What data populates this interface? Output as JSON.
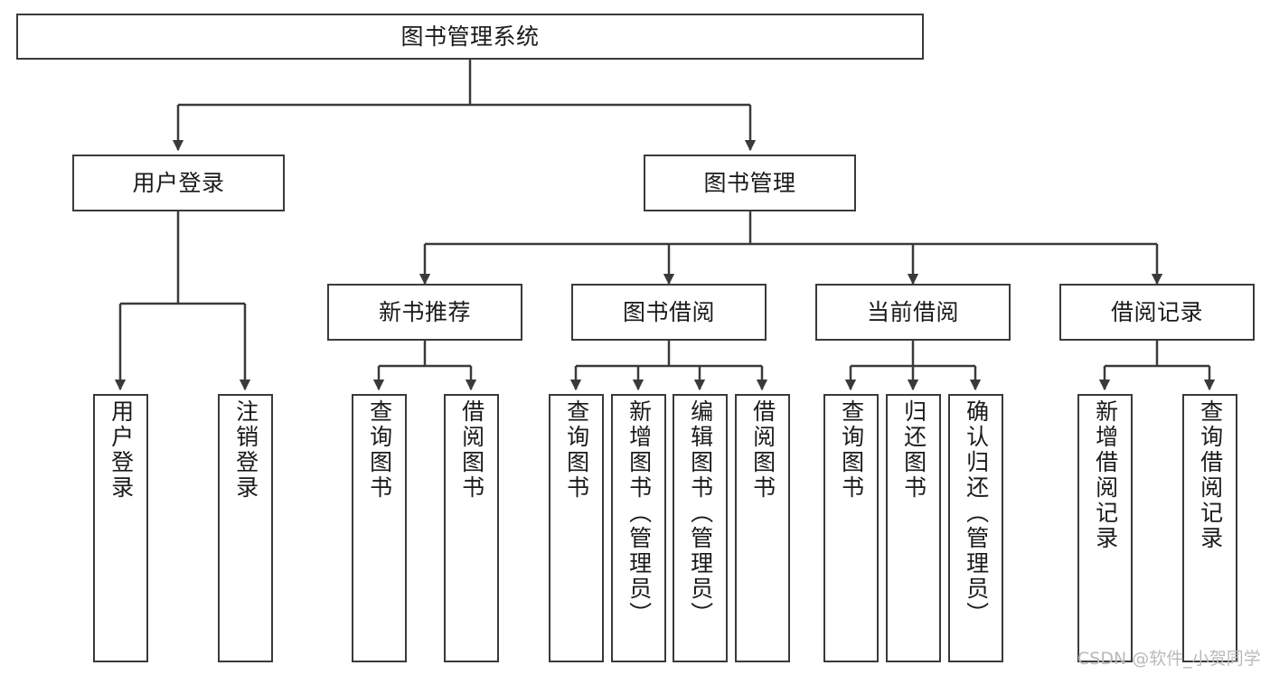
{
  "diagram": {
    "title": "图书管理系统",
    "type": "tree-hierarchy",
    "watermark": "CSDN @软件_小贺同学",
    "colors": {
      "background": "#ffffff",
      "node_border": "#3a3a3a",
      "node_fill": "#ffffff",
      "edge": "#3a3a3a",
      "text": "#1a1a1a",
      "watermark": "#b9b9b9"
    },
    "nodes": {
      "root": {
        "label": "图书管理系统"
      },
      "level2": [
        {
          "label": "用户登录"
        },
        {
          "label": "图书管理"
        }
      ],
      "level3": [
        {
          "label": "新书推荐"
        },
        {
          "label": "图书借阅"
        },
        {
          "label": "当前借阅"
        },
        {
          "label": "借阅记录"
        }
      ],
      "leaves": {
        "user_login": [
          {
            "label": "用户登录"
          },
          {
            "label": "注销登录"
          }
        ],
        "new_book_recommend": [
          {
            "label": "查询图书"
          },
          {
            "label": "借阅图书"
          }
        ],
        "book_borrow": [
          {
            "label": "查询图书"
          },
          {
            "label": "新增图书（管理员）"
          },
          {
            "label": "编辑图书（管理员）"
          },
          {
            "label": "借阅图书"
          }
        ],
        "current_borrow": [
          {
            "label": "查询图书"
          },
          {
            "label": "归还图书"
          },
          {
            "label": "确认归还（管理员）"
          }
        ],
        "borrow_record": [
          {
            "label": "新增借阅记录"
          },
          {
            "label": "查询借阅记录"
          }
        ]
      }
    }
  }
}
